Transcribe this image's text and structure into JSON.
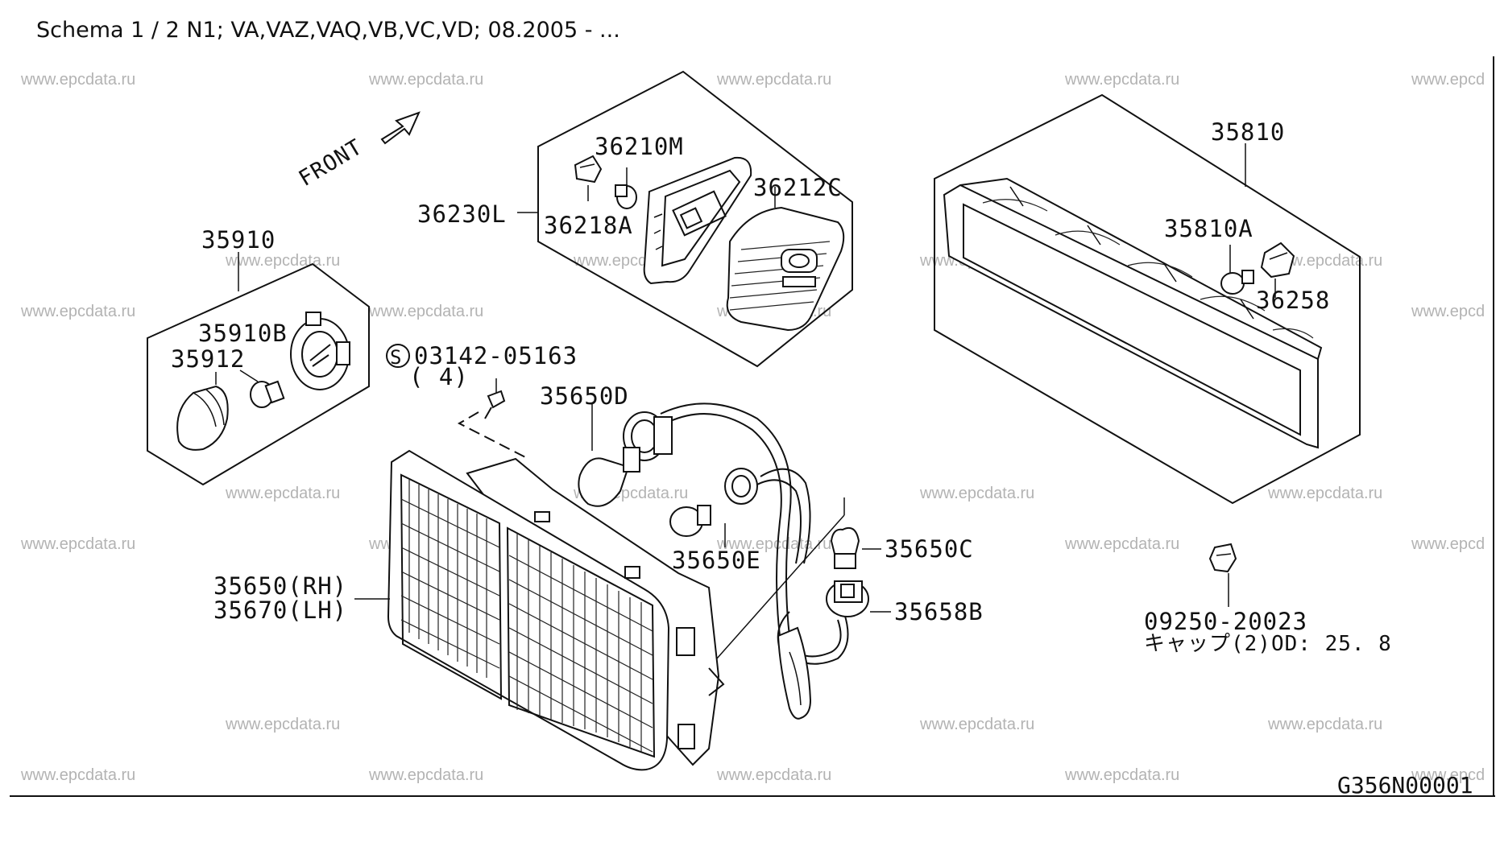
{
  "header": {
    "title": "Schema 1 / 2 N1; VA,VAZ,VAQ,VB,VC,VD; 08.2005 - ..."
  },
  "watermark": {
    "text": "www.epcdata.ru",
    "partial_text": "www.epcd"
  },
  "diagram": {
    "front_label": "FRONT",
    "diagram_code": "G356N00001",
    "parts": {
      "p35910": "35910",
      "p35910b": "35910B",
      "p35912": "35912",
      "p36210m": "36210M",
      "p36212c": "36212C",
      "p36230l": "36230L",
      "p36218a": "36218A",
      "p35810": "35810",
      "p35810a": "35810A",
      "p36258": "36258",
      "p03142": "03142-05163",
      "p03142_qty": "( 4)",
      "p35650d": "35650D",
      "p35650e": "35650E",
      "p35650c": "35650C",
      "p35658b": "35658B",
      "p35650rh": "35650(RH)",
      "p35670lh": "35670(LH)",
      "p09250": "09250-20023",
      "p09250_note": "キャップ(2)OD: 25. 8"
    }
  },
  "colors": {
    "line": "#111111",
    "watermark": "#b3b3b3",
    "background": "#ffffff"
  }
}
